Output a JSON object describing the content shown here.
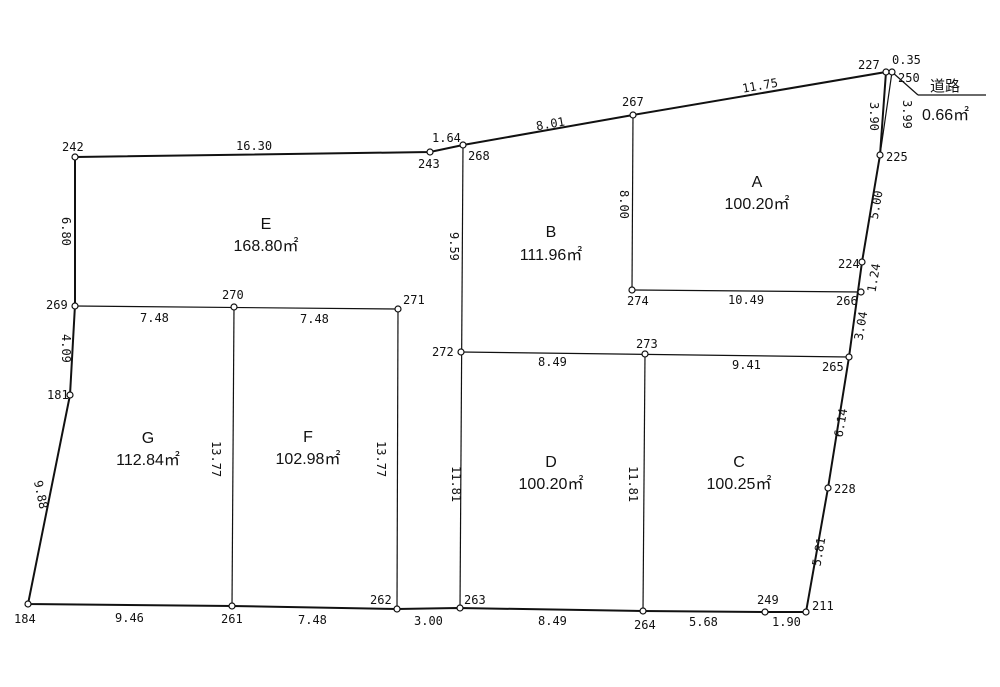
{
  "lots": [
    {
      "id": "A",
      "label": "A",
      "area": "100.20㎡"
    },
    {
      "id": "B",
      "label": "B",
      "area": "111.96㎡"
    },
    {
      "id": "C",
      "label": "C",
      "area": "100.25㎡"
    },
    {
      "id": "D",
      "label": "D",
      "area": "100.20㎡"
    },
    {
      "id": "E",
      "label": "E",
      "area": "168.80㎡"
    },
    {
      "id": "F",
      "label": "F",
      "area": "102.98㎡"
    },
    {
      "id": "G",
      "label": "G",
      "area": "112.84㎡"
    }
  ],
  "road": {
    "label": "道路",
    "area": "0.66㎡"
  },
  "points": [
    "227",
    "250",
    "267",
    "243",
    "242",
    "268",
    "225",
    "224",
    "274",
    "266",
    "269",
    "270",
    "271",
    "272",
    "273",
    "265",
    "181",
    "228",
    "184",
    "261",
    "262",
    "263",
    "264",
    "249",
    "211"
  ],
  "dimensions": [
    "0.35",
    "11.75",
    "8.01",
    "1.64",
    "16.30",
    "3.90",
    "3.99",
    "8.00",
    "5.00",
    "6.80",
    "9.59",
    "1.24",
    "10.49",
    "7.48",
    "7.48",
    "4.09",
    "3.04",
    "8.49",
    "9.41",
    "6.14",
    "13.77",
    "13.77",
    "11.81",
    "11.81",
    "9.88",
    "5.81",
    "9.46",
    "7.48",
    "3.00",
    "8.49",
    "5.68",
    "1.90"
  ]
}
